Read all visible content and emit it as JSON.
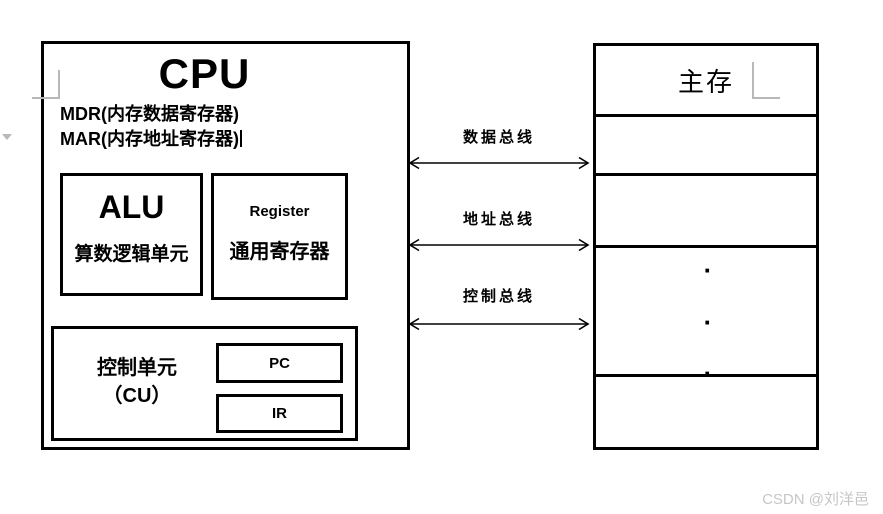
{
  "cpu": {
    "title": "CPU",
    "mdr_label": "MDR(内存数据寄存器)",
    "mar_label": "MAR(内存地址寄存器)",
    "alu": {
      "title": "ALU",
      "subtitle": "算数逻辑单元"
    },
    "register": {
      "title": "Register",
      "subtitle": "通用寄存器"
    },
    "control_unit": {
      "line1": "控制单元",
      "line2": "（CU）",
      "pc": "PC",
      "ir": "IR"
    }
  },
  "buses": [
    {
      "label": "数据总线"
    },
    {
      "label": "地址总线"
    },
    {
      "label": "控制总线"
    }
  ],
  "memory": {
    "title": "主存",
    "dots": [
      "·",
      "·",
      "·"
    ]
  },
  "watermark": "CSDN @刘洋邑",
  "colors": {
    "line": "#000000",
    "watermark": "#c6c6c6",
    "artifact": "#b8b8b8"
  }
}
